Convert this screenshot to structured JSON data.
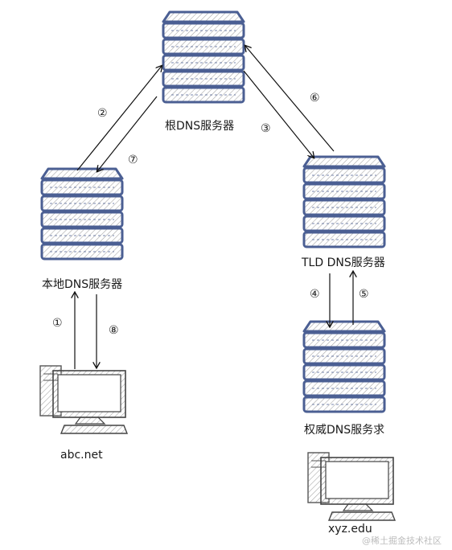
{
  "nodes": {
    "root_dns": "根DNS服务器",
    "local_dns": "本地DNS服务器",
    "tld_dns": "TLD DNS服务器",
    "auth_dns": "权威DNS服务求",
    "client": "abc.net",
    "target_host": "xyz.edu"
  },
  "steps": [
    "①",
    "②",
    "③",
    "④",
    "⑤",
    "⑥",
    "⑦",
    "⑧"
  ],
  "watermark": "@稀土掘金技术社区",
  "colors": {
    "server_stroke": "#4b5f93",
    "server_fill": "#ffffff",
    "hatch": "#a9a9a9",
    "arrow": "#111111"
  },
  "icons": [
    "server-icon",
    "computer-icon"
  ]
}
